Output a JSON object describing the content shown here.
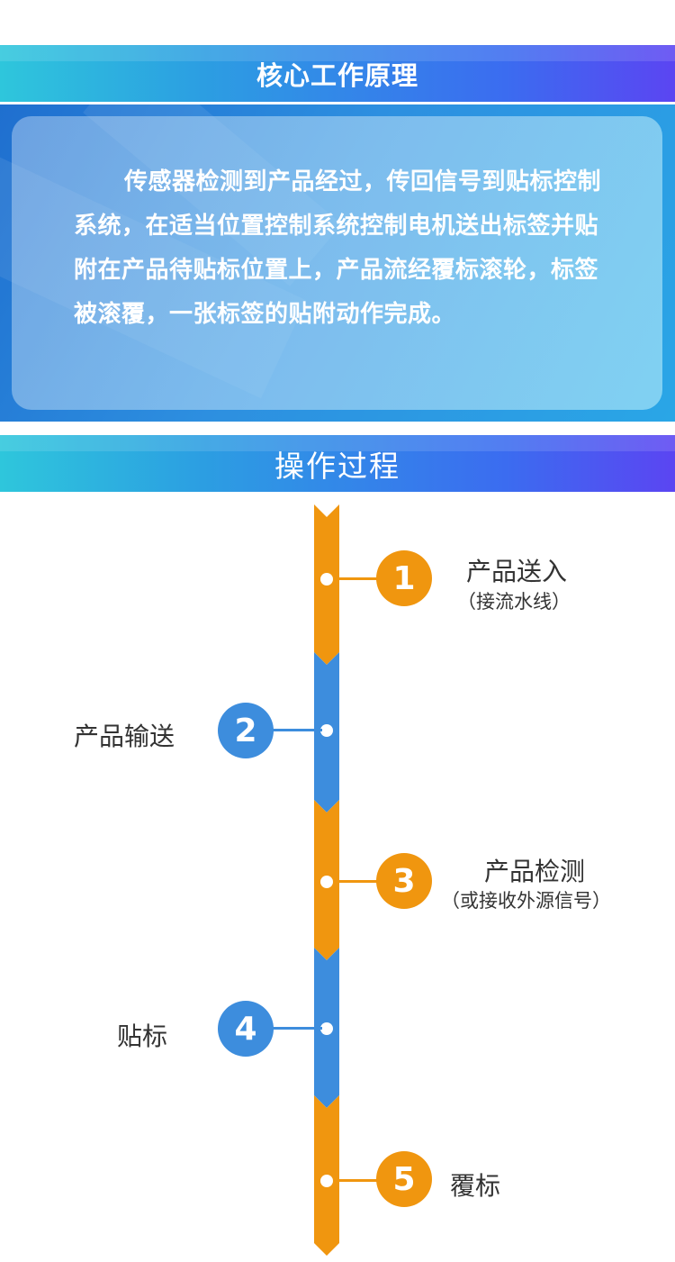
{
  "principle": {
    "title": "核心工作原理",
    "body": "传感器检测到产品经过，传回信号到贴标控制系统，在适当位置控制系统控制电机送出标签并贴附在产品待贴标位置上，产品流经覆标滚轮，标签被滚覆，一张标签的贴附动作完成。"
  },
  "process": {
    "title": "操作过程",
    "steps": [
      {
        "number": "1",
        "title": "产品送入",
        "subtitle": "（接流水线）"
      },
      {
        "number": "2",
        "title": "产品输送"
      },
      {
        "number": "3",
        "title": "产品检测",
        "subtitle": "（或接收外源信号）"
      },
      {
        "number": "4",
        "title": "贴标"
      },
      {
        "number": "5",
        "title": "覆标"
      }
    ]
  },
  "colors": {
    "orange": "#f0960f",
    "blue": "#3d8ddd",
    "banner_start": "#2ec6dc",
    "banner_end": "#5b45f2"
  }
}
